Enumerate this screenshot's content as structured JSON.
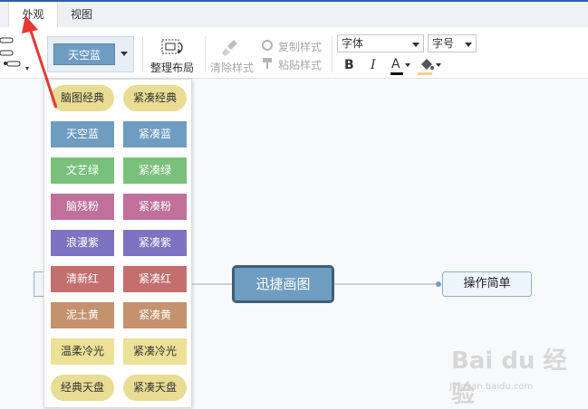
{
  "tabs": [
    {
      "label": "外观"
    },
    {
      "label": "视图"
    }
  ],
  "theme": {
    "current": "天空蓝",
    "swatch_color": "#6f9cc1"
  },
  "ribbon": {
    "organize_label": "整理布局",
    "clear_style_label": "清除样式",
    "copy_style_label": "复制样式",
    "paste_style_label": "粘贴样式",
    "font_label": "字体",
    "size_label": "字号",
    "bold_label": "B",
    "italic_label": "I",
    "font_color_label": "A"
  },
  "theme_options": [
    {
      "label": "脑图经典",
      "color": "#e9dc93",
      "text_color": "#333333"
    },
    {
      "label": "紧凑经典",
      "color": "#e9dc93",
      "text_color": "#333333"
    },
    {
      "label": "天空蓝",
      "color": "#6f9cc1",
      "text_color": "#ffffff"
    },
    {
      "label": "紧凑蓝",
      "color": "#6f9cc1",
      "text_color": "#ffffff"
    },
    {
      "label": "文艺绿",
      "color": "#79c17a",
      "text_color": "#ffffff"
    },
    {
      "label": "紧凑绿",
      "color": "#79c17a",
      "text_color": "#ffffff"
    },
    {
      "label": "脑残粉",
      "color": "#c0709a",
      "text_color": "#ffffff"
    },
    {
      "label": "紧凑粉",
      "color": "#c0709a",
      "text_color": "#ffffff"
    },
    {
      "label": "浪漫紫",
      "color": "#7e73c0",
      "text_color": "#ffffff"
    },
    {
      "label": "紧凑紫",
      "color": "#7e73c0",
      "text_color": "#ffffff"
    },
    {
      "label": "清新红",
      "color": "#c46e6e",
      "text_color": "#ffffff"
    },
    {
      "label": "紧凑红",
      "color": "#c46e6e",
      "text_color": "#ffffff"
    },
    {
      "label": "泥土黄",
      "color": "#c4926c",
      "text_color": "#ffffff"
    },
    {
      "label": "紧凑黄",
      "color": "#c4926c",
      "text_color": "#ffffff"
    },
    {
      "label": "温柔冷光",
      "color": "#ece197",
      "text_color": "#333333"
    },
    {
      "label": "紧凑冷光",
      "color": "#ece197",
      "text_color": "#333333"
    },
    {
      "label": "经典天盘",
      "color": "#e9dc93",
      "text_color": "#333333"
    },
    {
      "label": "紧凑天盘",
      "color": "#e9dc93",
      "text_color": "#333333"
    }
  ],
  "canvas": {
    "central_topic": "迅捷画图",
    "subtopic": "操作简单"
  },
  "colors": {
    "accent": "#2b5cab",
    "arrow": "#e53935"
  },
  "watermark": {
    "brand": "Bai du 经验",
    "url": "jingyan.baidu.com"
  }
}
